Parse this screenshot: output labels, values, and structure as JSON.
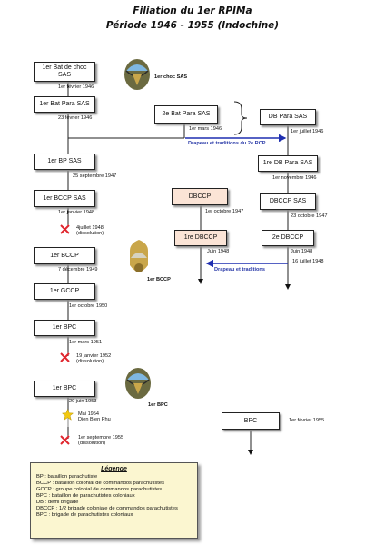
{
  "title": {
    "line1": "Filiation du 1er RPIMa",
    "line2": "Période 1946 - 1955 (Indochine)"
  },
  "boxes": {
    "bat_choc_sas": "1er Bat de choc SAS",
    "bat_para_sas": "1er Bat Para SAS",
    "bat_para_sas_2": "2e Bat Para SAS",
    "db_para_sas": "DB Para SAS",
    "bp_sas": "1er BP SAS",
    "db_para_sas_1": "1re DB Para SAS",
    "bccp_sas": "1er BCCP SAS",
    "dbccp": "DBCCP",
    "dbccp_sas": "DBCCP SAS",
    "dbccp_1": "1re DBCCP",
    "dbccp_2": "2e DBCCP",
    "bccp": "1er BCCP",
    "gccp": "1er GCCP",
    "bpc_1": "1er BPC",
    "bpc_2": "1er BPC",
    "bpc": "BPC"
  },
  "dates": {
    "d1": "1er février 1946",
    "d2": "23 février 1946",
    "d3": "1er mars 1946",
    "d4": "1er juillet 1946",
    "d5": "25 septembre 1947",
    "d6": "1er novembre 1946",
    "d7": "1er janvier 1948",
    "d8": "4juillet 1948\n(dissolution)",
    "d9": "1er octobre 1947",
    "d10": "23 octobre 1947",
    "d11": "Juin 1948",
    "d12": "Juin 1948",
    "d13": "16 juillet 1948",
    "d14": "7 décembre 1949",
    "d15": "1er octobre 1950",
    "d16": "1er mars 1951",
    "d17": "19 janvier 1952\n(dissolution)",
    "d18": "20 juin 1953",
    "d19": "Mai 1954\nDien Bien Phu",
    "d20": "1er septembre 1955\n(dissolution)",
    "d21": "1er février 1955"
  },
  "emblem_labels": {
    "choc": "1er choc SAS",
    "bccp": "1er BCCP",
    "bpc": "1er BPC"
  },
  "transfers": {
    "t1": "Drapeau et traditions du 2e RCP",
    "t2": "Drapeau et traditions"
  },
  "legend": {
    "title": "Légende",
    "lines": [
      "BP : bataillon parachutiste",
      "BCCP : bataillon colonial de commandos parachutistes",
      "GCCP : groupe colonial de commandos parachutistes",
      "BPC : bataillon de parachutistes coloniaux",
      "DB : demi brigade",
      "DBCCP : 1/2 brigade coloniale de commandos parachutistes",
      "BPC : brigade de parachutistes coloniaux"
    ]
  },
  "colors": {
    "arrow_blue": "#1f2fb0",
    "dissolution_cross": "#e0262e",
    "pink_box": "#fbe4d6",
    "legend_bg": "#fbf6d0",
    "star": "#f2c80f"
  },
  "icons": [
    "dissolution-cross-icon",
    "dien-bien-phu-star-icon",
    "para-emblem-icon"
  ]
}
